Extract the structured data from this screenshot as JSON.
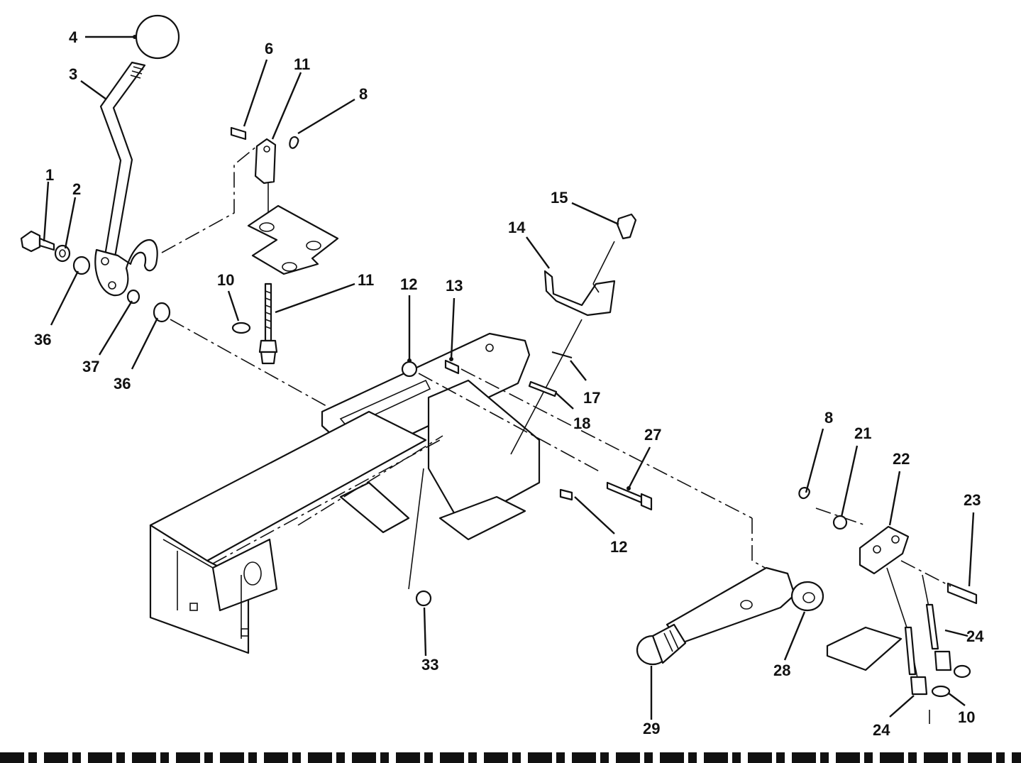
{
  "callouts": {
    "c1": "1",
    "c2": "2",
    "c3": "3",
    "c4": "4",
    "c6": "6",
    "c11a": "11",
    "c8a": "8",
    "c10a": "10",
    "c11b": "11",
    "c36a": "36",
    "c37": "37",
    "c36b": "36",
    "c12a": "12",
    "c13": "13",
    "c14": "14",
    "c15": "15",
    "c17": "17",
    "c18": "18",
    "c27": "27",
    "c12b": "12",
    "c33": "33",
    "c8b": "8",
    "c21": "21",
    "c22": "22",
    "c23": "23",
    "c24a": "24",
    "c24b": "24",
    "c28": "28",
    "c29": "29",
    "c10b": "10"
  }
}
